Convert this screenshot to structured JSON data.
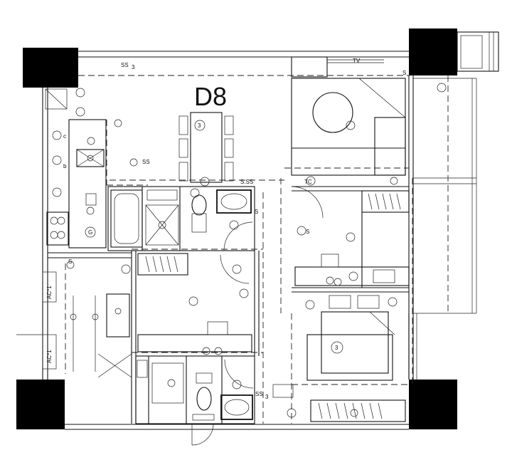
{
  "title": "D8",
  "labels": {
    "ss_top": "SS",
    "ss_sub": "3",
    "s_mid1": "SS",
    "s_mid2": "S.SS",
    "s_bath": "S",
    "s_right": "S",
    "s_corner": "S",
    "s_bottom": "SS",
    "s_bottom_sub": "3",
    "s_left": "S",
    "ac_1": "AC*1",
    "ac_2": "AC*1",
    "dining_num": "3",
    "bed_num": "3",
    "c_label": "c",
    "b_label": "b",
    "g_label": "G",
    "tc_label": "TC",
    "tv_label": "TV"
  }
}
